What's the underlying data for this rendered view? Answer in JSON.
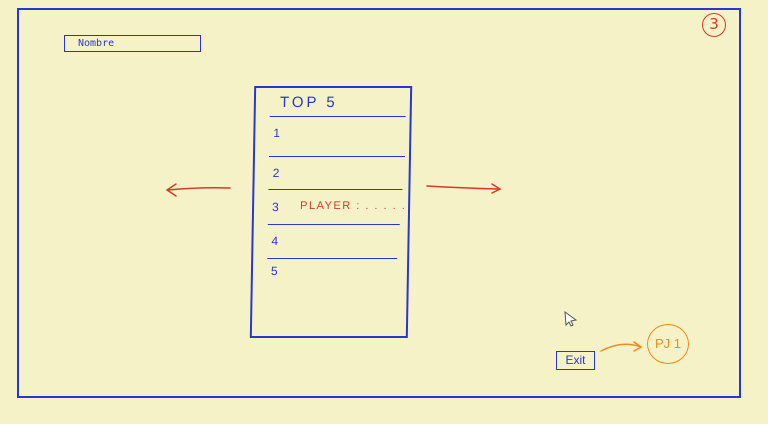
{
  "page_number": "3",
  "name_field": {
    "label": "Nombre"
  },
  "scoreboard": {
    "title": "TOP 5",
    "ranks": [
      "1",
      "2",
      "3",
      "4",
      "5"
    ],
    "player_label": "PLAYER : . . . . ."
  },
  "exit_button": {
    "label": "Exit"
  },
  "next_screen": {
    "label": "PJ 1"
  },
  "colors": {
    "background": "#f6f2c8",
    "ink_blue": "#2a36d4",
    "ink_red": "#d43a2a",
    "ink_orange": "#f08a1e"
  }
}
